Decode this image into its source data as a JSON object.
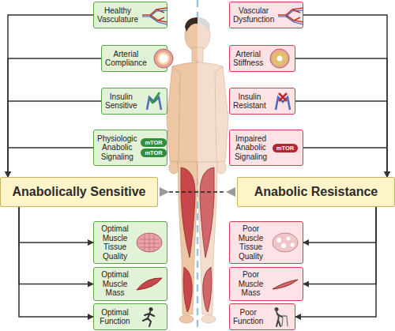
{
  "diagram": {
    "nodes": [
      {
        "text": [
          "Healthy Vasculature"
        ]
      },
      {
        "text": [
          "Vascular Dysfunction"
        ]
      },
      {
        "text": [
          "Arterial Compliance"
        ]
      },
      {
        "text": [
          "Arterial Stiffness"
        ]
      },
      {
        "text": [
          "Insulin Sensitive"
        ]
      },
      {
        "text": [
          "Insulin Resistant"
        ]
      },
      {
        "text": [
          "Physiologic Anabolic Signaling"
        ]
      },
      {
        "text": [
          "Impaired Anabolic Signaling"
        ]
      },
      {
        "text": [
          "Anabolically Sensitive"
        ]
      },
      {
        "text": [
          "Anabolic Resistance"
        ]
      },
      {
        "text": [
          "Optimal Muscle Tissue Quality"
        ]
      },
      {
        "text": [
          "Poor Muscle Tissue Quality"
        ]
      },
      {
        "text": [
          "Optimal Muscle Mass"
        ]
      },
      {
        "text": [
          "Poor Muscle Mass"
        ]
      },
      {
        "text": [
          "Optimal Function"
        ]
      },
      {
        "text": [
          "Poor Function"
        ]
      }
    ],
    "edges": [
      {
        "from": 0,
        "to": 8,
        "arrow": "to"
      },
      {
        "from": 2,
        "to": 8,
        "arrow": "to"
      },
      {
        "from": 4,
        "to": 8,
        "arrow": "to"
      },
      {
        "from": 6,
        "to": 8,
        "arrow": "to"
      },
      {
        "from": 1,
        "to": 9,
        "arrow": "to"
      },
      {
        "from": 3,
        "to": 9,
        "arrow": "to"
      },
      {
        "from": 5,
        "to": 9,
        "arrow": "to"
      },
      {
        "from": 7,
        "to": 9,
        "arrow": "to"
      },
      {
        "from": 8,
        "to": 10,
        "arrow": "to"
      },
      {
        "from": 8,
        "to": 12,
        "arrow": "to"
      },
      {
        "from": 8,
        "to": 14,
        "arrow": "to"
      },
      {
        "from": 9,
        "to": 11,
        "arrow": "to"
      },
      {
        "from": 9,
        "to": 13,
        "arrow": "to"
      },
      {
        "from": 9,
        "to": 15,
        "arrow": "to"
      }
    ],
    "labels": [
      "mTOR",
      "mTOR",
      "mTOR"
    ]
  }
}
